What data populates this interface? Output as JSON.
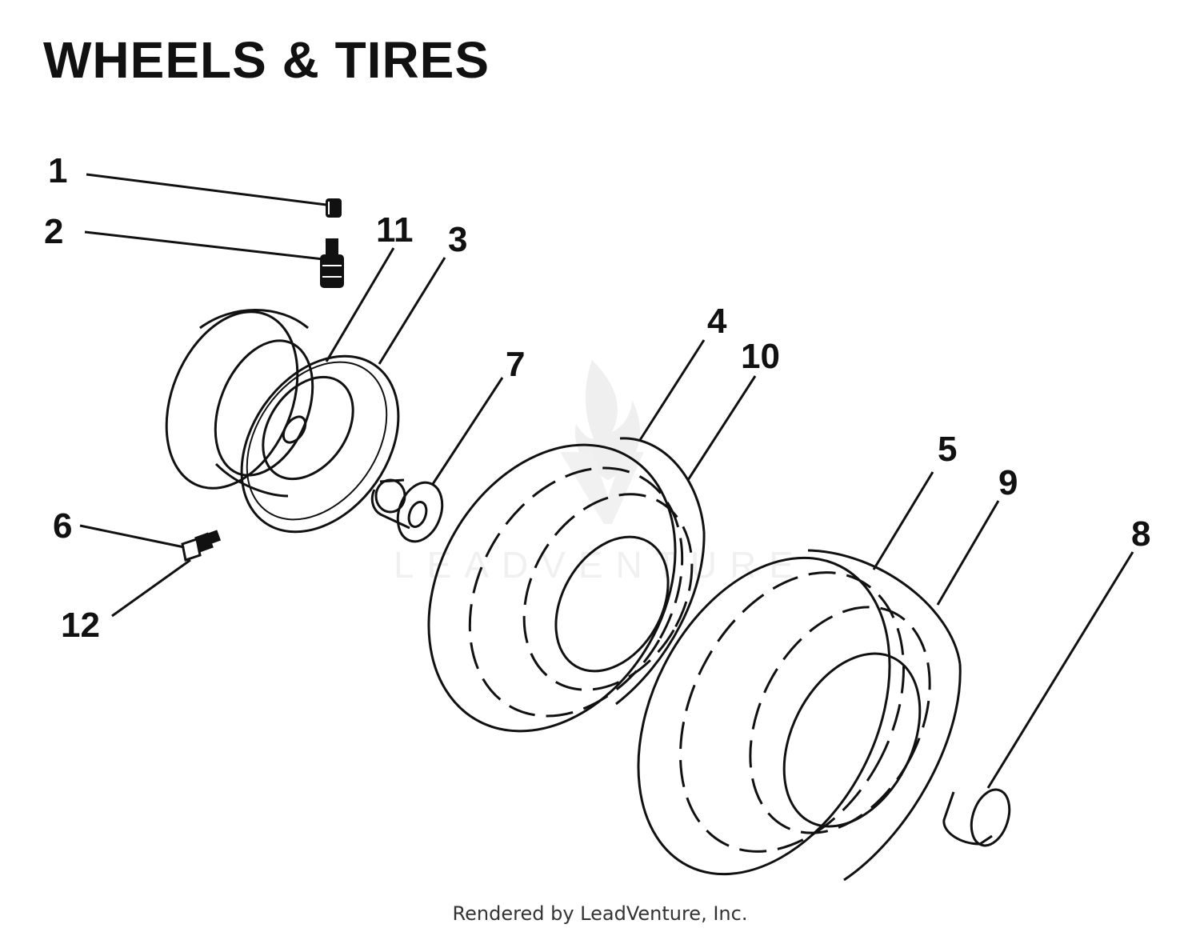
{
  "title": "WHEELS & TIRES",
  "footer": "Rendered by LeadVenture, Inc.",
  "watermark": "LEADVENTURE",
  "callouts": [
    {
      "id": "1"
    },
    {
      "id": "2"
    },
    {
      "id": "3"
    },
    {
      "id": "4"
    },
    {
      "id": "5"
    },
    {
      "id": "6"
    },
    {
      "id": "7"
    },
    {
      "id": "8"
    },
    {
      "id": "9"
    },
    {
      "id": "10"
    },
    {
      "id": "11"
    },
    {
      "id": "12"
    }
  ],
  "colors": {
    "ink": "#111111",
    "watermark": "#e8e8e8",
    "background": "#ffffff"
  }
}
